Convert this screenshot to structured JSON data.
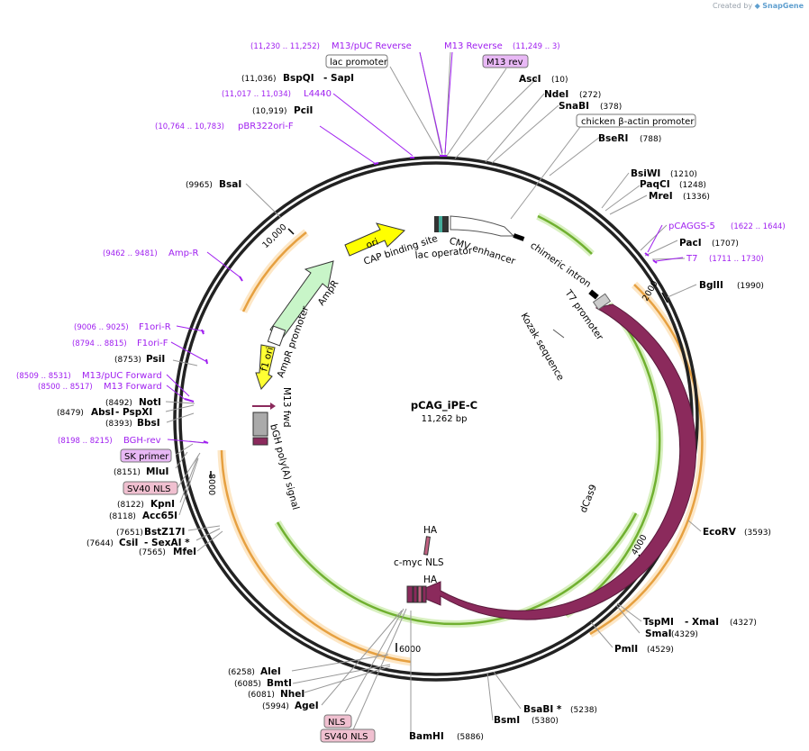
{
  "brand": {
    "created_by": "Created by",
    "app": "SnapGene"
  },
  "plasmid": {
    "name": "pCAG_iPE-C",
    "size": "11,262 bp",
    "length": 11262
  },
  "ticks": [
    "2000",
    "4000",
    "6000",
    "8000",
    "10,000"
  ],
  "restriction_sites": [
    {
      "name": "AscI",
      "pos": "(10)"
    },
    {
      "name": "NdeI",
      "pos": "(272)"
    },
    {
      "name": "SnaBI",
      "pos": "(378)"
    },
    {
      "name": "BseRI",
      "pos": "(788)"
    },
    {
      "name": "BsiWI",
      "pos": "(1210)"
    },
    {
      "name": "PaqCI",
      "pos": "(1248)"
    },
    {
      "name": "MreI",
      "pos": "(1336)"
    },
    {
      "name": "PacI",
      "pos": "(1707)"
    },
    {
      "name": "BglII",
      "pos": "(1990)"
    },
    {
      "name": "EcoRV",
      "pos": "(3593)"
    },
    {
      "name": "TspMI",
      "extra": "- XmaI",
      "pos": "(4327)"
    },
    {
      "name": "SmaI",
      "pos": "(4329)"
    },
    {
      "name": "PmlI",
      "pos": "(4529)"
    },
    {
      "name": "BsaBI *",
      "pos": "(5238)"
    },
    {
      "name": "BsmI",
      "pos": "(5380)"
    },
    {
      "name": "BamHI",
      "pos": "(5886)"
    },
    {
      "name": "AgeI",
      "pos": "(5994)"
    },
    {
      "name": "NheI",
      "pos": "(6081)"
    },
    {
      "name": "BmtI",
      "pos": "(6085)"
    },
    {
      "name": "AleI",
      "pos": "(6258)"
    },
    {
      "name": "MfeI",
      "pos": "(7565)"
    },
    {
      "name": "CsiI",
      "extra": "- SexAI *",
      "pos": "(7644)"
    },
    {
      "name": "BstZ17I",
      "pos": "(7651)"
    },
    {
      "name": "Acc65I",
      "pos": "(8118)"
    },
    {
      "name": "KpnI",
      "pos": "(8122)"
    },
    {
      "name": "MluI",
      "pos": "(8151)"
    },
    {
      "name": "BbsI",
      "pos": "(8393)"
    },
    {
      "name": "AbsI",
      "extra": "- PspXI",
      "pos": "(8479)"
    },
    {
      "name": "NotI",
      "pos": "(8492)"
    },
    {
      "name": "PsiI",
      "pos": "(8753)"
    },
    {
      "name": "BsaI",
      "pos": "(9965)"
    },
    {
      "name": "PciI",
      "pos": "(10,919)"
    },
    {
      "name": "BspQI",
      "extra": "- SapI",
      "pos": "(11,036)"
    }
  ],
  "primers": [
    {
      "name": "M13/pUC Reverse",
      "pos": "(11,230 .. 11,252)"
    },
    {
      "name": "M13 Reverse",
      "pos": "(11,249 .. 3)"
    },
    {
      "name": "L4440",
      "pos": "(11,017 .. 11,034)"
    },
    {
      "name": "pBR322ori-F",
      "pos": "(10,764 .. 10,783)"
    },
    {
      "name": "pCAGGS-5",
      "pos": "(1622 .. 1644)"
    },
    {
      "name": "T7",
      "pos": "(1711 .. 1730)"
    },
    {
      "name": "Amp-R",
      "pos": "(9462 .. 9481)"
    },
    {
      "name": "F1ori-R",
      "pos": "(9006 .. 9025)"
    },
    {
      "name": "F1ori-F",
      "pos": "(8794 .. 8815)"
    },
    {
      "name": "M13/pUC Forward",
      "pos": "(8509 .. 8531)"
    },
    {
      "name": "M13 Forward",
      "pos": "(8500 .. 8517)"
    },
    {
      "name": "BGH-rev",
      "pos": "(8198 .. 8215)"
    }
  ],
  "boxed_labels": {
    "lac_promoter": "lac promoter",
    "m13_rev": "M13 rev",
    "chicken_actin": "chicken β-actin promoter",
    "sk_primer": "SK primer",
    "sv40_nls": "SV40 NLS",
    "nls": "NLS"
  },
  "features": {
    "cap_site": "CAP binding site",
    "cmv_enhancer": "CMV enhancer",
    "lac_operator": "lac operator",
    "chimeric_intron": "chimeric intron",
    "t7_promoter": "T7 promoter",
    "kozak": "Kozak sequence",
    "dcas9": "dCas9",
    "ha_top": "HA",
    "cmyc_nls": "c-myc NLS",
    "ha_bottom": "HA",
    "bgh": "bGH poly(A) signal",
    "m13_fwd": "M13 fwd",
    "f1_ori": "f1 ori",
    "ampr_promoter": "AmpR promoter",
    "ampr": "AmpR",
    "ori": "ori"
  },
  "colors": {
    "backbone": "#222222",
    "primer": "#a020f0",
    "dcas9": "#8b2a5c",
    "ori": "#ffff00",
    "ampr": "#c8f5c8",
    "f1ori": "#ffff33",
    "orange_arc": "#e6a040",
    "green_arc": "#70b030",
    "boxed_primer": "#e8b8f5",
    "boxed_nls": "#f0c0d0"
  }
}
